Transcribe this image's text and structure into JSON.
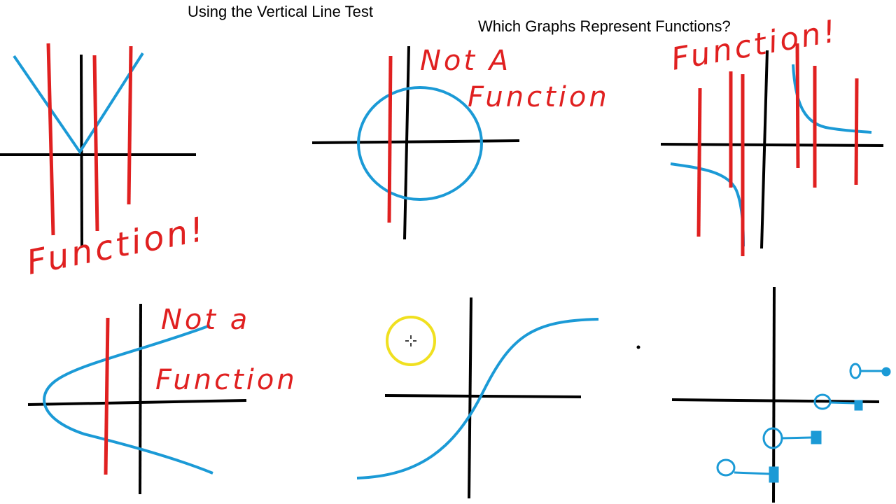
{
  "header": {
    "title_left": "Using the Vertical Line Test",
    "title_right": "Which Graphs Represent Functions?"
  },
  "annotations": {
    "graph1": "Function!",
    "graph2_line1": "Not A",
    "graph2_line2": "Function",
    "graph3": "Function!",
    "graph4_line1": "Not a",
    "graph4_line2": "Function"
  },
  "colors": {
    "axis": "#000000",
    "curve": "#1b9ad6",
    "test_line": "#e02020",
    "highlight": "#f0e020"
  },
  "icons": {
    "cursor": "crosshair-cursor-icon"
  }
}
